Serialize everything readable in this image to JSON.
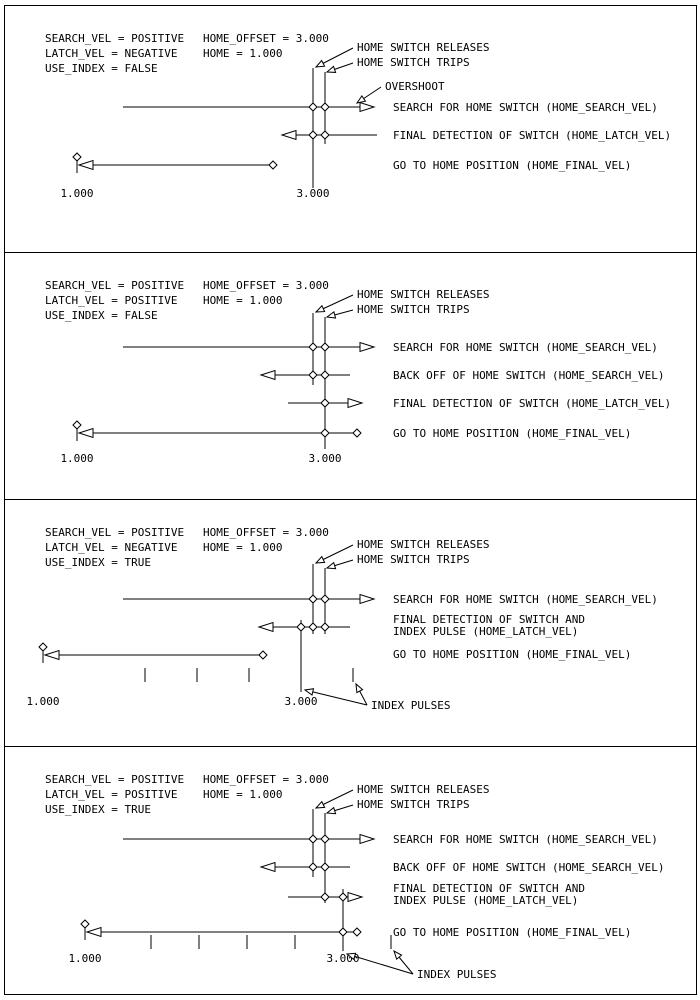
{
  "sheet": {
    "background": "#ffffff",
    "ink": "#000000"
  },
  "panels": [
    {
      "params": {
        "search_vel": "SEARCH_VEL = POSITIVE",
        "home_offset": "HOME_OFFSET = 3.000",
        "latch_vel": "LATCH_VEL = NEGATIVE",
        "home": "HOME = 1.000",
        "use_index": "USE_INDEX = FALSE"
      },
      "callouts": {
        "releases": "HOME SWITCH RELEASES",
        "trips": "HOME SWITCH TRIPS",
        "overshoot": "OVERSHOOT"
      },
      "steps": {
        "search": "SEARCH FOR HOME SWITCH (HOME_SEARCH_VEL)",
        "latch1": "FINAL DETECTION OF SWITCH (HOME_LATCH_VEL)",
        "go_home": "GO TO HOME POSITION (HOME_FINAL_VEL)"
      },
      "axis": {
        "home_position": "1.000",
        "home_offset_position": "3.000"
      }
    },
    {
      "params": {
        "search_vel": "SEARCH_VEL = POSITIVE",
        "home_offset": "HOME_OFFSET = 3.000",
        "latch_vel": "LATCH_VEL = POSITIVE",
        "home": "HOME = 1.000",
        "use_index": "USE_INDEX = FALSE"
      },
      "callouts": {
        "releases": "HOME SWITCH RELEASES",
        "trips": "HOME SWITCH TRIPS"
      },
      "steps": {
        "search": "SEARCH FOR HOME SWITCH (HOME_SEARCH_VEL)",
        "back_off": "BACK OFF OF HOME SWITCH (HOME_SEARCH_VEL)",
        "latch1": "FINAL DETECTION OF SWITCH (HOME_LATCH_VEL)",
        "go_home": "GO TO HOME POSITION (HOME_FINAL_VEL)"
      },
      "axis": {
        "home_position": "1.000",
        "home_offset_position": "3.000"
      }
    },
    {
      "params": {
        "search_vel": "SEARCH_VEL = POSITIVE",
        "home_offset": "HOME_OFFSET = 3.000",
        "latch_vel": "LATCH_VEL = NEGATIVE",
        "home": "HOME = 1.000",
        "use_index": "USE_INDEX = TRUE"
      },
      "callouts": {
        "releases": "HOME SWITCH RELEASES",
        "trips": "HOME SWITCH TRIPS"
      },
      "steps": {
        "search": "SEARCH FOR HOME SWITCH (HOME_SEARCH_VEL)",
        "latch1": "FINAL DETECTION OF SWITCH AND",
        "latch2": "INDEX PULSE (HOME_LATCH_VEL)",
        "go_home": "GO TO HOME POSITION (HOME_FINAL_VEL)"
      },
      "index_pulses_label": "INDEX PULSES",
      "axis": {
        "home_position": "1.000",
        "home_offset_position": "3.000"
      }
    },
    {
      "params": {
        "search_vel": "SEARCH_VEL = POSITIVE",
        "home_offset": "HOME_OFFSET = 3.000",
        "latch_vel": "LATCH_VEL = POSITIVE",
        "home": "HOME = 1.000",
        "use_index": "USE_INDEX = TRUE"
      },
      "callouts": {
        "releases": "HOME SWITCH RELEASES",
        "trips": "HOME SWITCH TRIPS"
      },
      "steps": {
        "search": "SEARCH FOR HOME SWITCH (HOME_SEARCH_VEL)",
        "back_off": "BACK OFF OF HOME SWITCH (HOME_SEARCH_VEL)",
        "latch1": "FINAL DETECTION OF SWITCH AND",
        "latch2": "INDEX PULSE (HOME_LATCH_VEL)",
        "go_home": "GO TO HOME POSITION (HOME_FINAL_VEL)"
      },
      "index_pulses_label": "INDEX PULSES",
      "axis": {
        "home_position": "1.000",
        "home_offset_position": "3.000"
      }
    }
  ]
}
